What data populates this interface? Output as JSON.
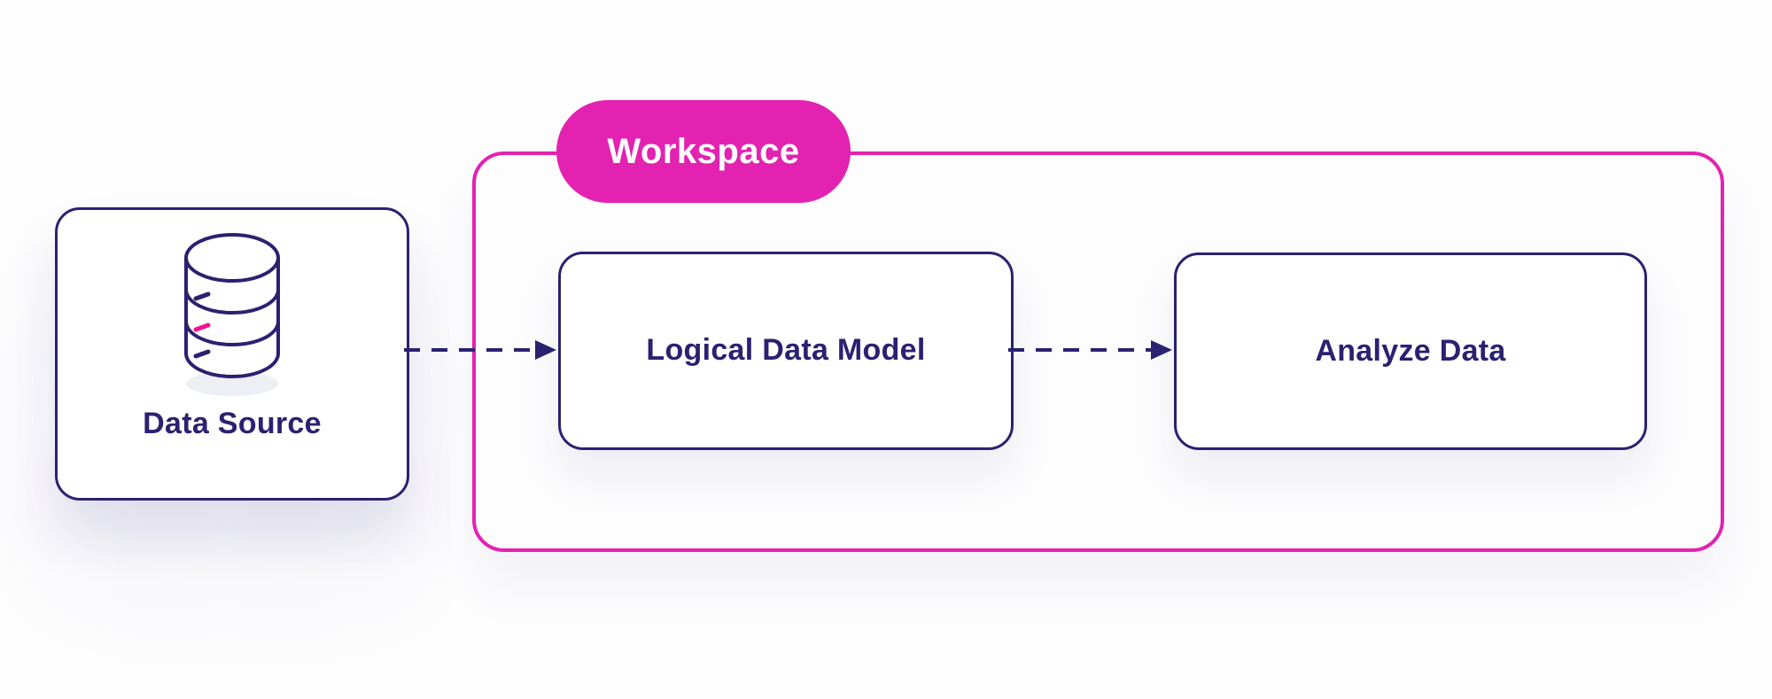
{
  "diagram": {
    "colors": {
      "indigo": "#2B2171",
      "magenta": "#E322B1",
      "background": "#FDFDFE",
      "node_background": "#FFFFFF",
      "pill_text": "#FFFFFF",
      "icon_accent_pink": "#F1128F"
    },
    "workspace": {
      "label": "Workspace"
    },
    "nodes": {
      "data_source": {
        "label": "Data Source",
        "icon": "database-icon"
      },
      "logical_data_model": {
        "label": "Logical Data Model"
      },
      "analyze_data": {
        "label": "Analyze Data"
      }
    },
    "edges": [
      {
        "from": "data_source",
        "to": "logical_data_model",
        "style": "dashed-arrow"
      },
      {
        "from": "logical_data_model",
        "to": "analyze_data",
        "style": "dashed-arrow"
      }
    ]
  }
}
